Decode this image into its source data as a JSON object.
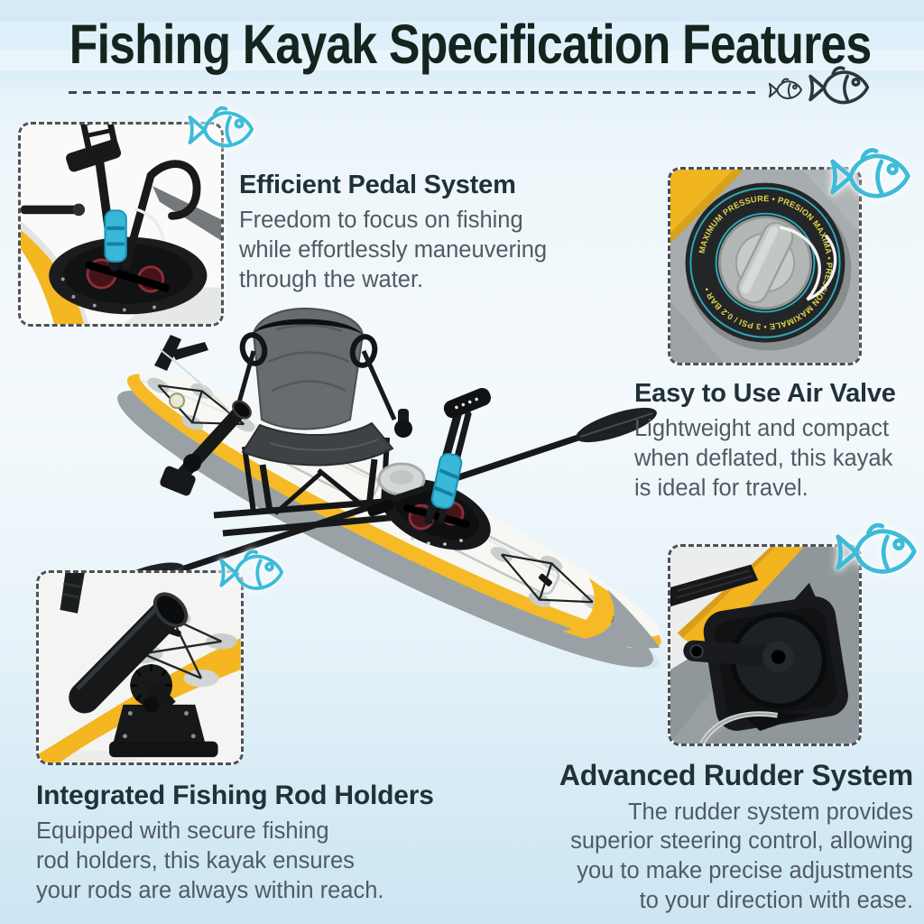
{
  "title": "Fishing Kayak Specification Features",
  "colors": {
    "accent_cyan": "#3dbbd8",
    "heading_text": "#203236",
    "body_text": "#4f5b60",
    "title_text": "#15241f",
    "kayak_yellow": "#f5ba26",
    "valve_label_yellow": "#ddd24c",
    "valve_teal_ring": "#2ba9ba"
  },
  "features": [
    {
      "id": "pedal",
      "heading": "Efficient Pedal System",
      "body": "Freedom to focus on fishing\nwhile effortlessly maneuvering\nthrough the water."
    },
    {
      "id": "air-valve",
      "heading": "Easy to Use Air Valve",
      "body": "Lightweight and compact\nwhen deflated, this kayak\nis ideal for travel."
    },
    {
      "id": "rod-holders",
      "heading": "Integrated Fishing Rod Holders",
      "body": "Equipped with secure fishing\nrod holders, this kayak ensures\nyour rods are always within reach."
    },
    {
      "id": "rudder",
      "heading": "Advanced Rudder System",
      "body": "The rudder system provides\nsuperior steering control, allowing\nyou to make precise adjustments\nto your direction with ease."
    }
  ],
  "air_valve_ring_text": "MAXIMUM PRESSURE • PRESION MAXIMA • PRESSION MAXIMALE • 3 PSI / 0.2 BAR •",
  "icons": {
    "fish": "fish-icon"
  }
}
